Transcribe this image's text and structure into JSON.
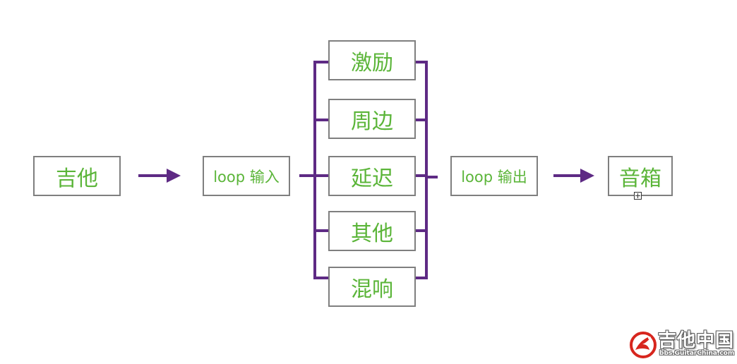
{
  "diagram": {
    "nodes": {
      "guitar": "吉他",
      "loop_in": "loop 输入",
      "fx_1": "激励",
      "fx_2": "周边",
      "fx_3": "延迟",
      "fx_4": "其他",
      "fx_5": "混响",
      "loop_out": "loop 输出",
      "amp": "音箱"
    },
    "colors": {
      "text": "#5bb539",
      "border": "#7f7f7f",
      "connector": "#5e2a84",
      "logo": "#d7261e"
    }
  },
  "watermark": {
    "title": "吉他中国",
    "url": "bbs.GuitarChina.com"
  }
}
